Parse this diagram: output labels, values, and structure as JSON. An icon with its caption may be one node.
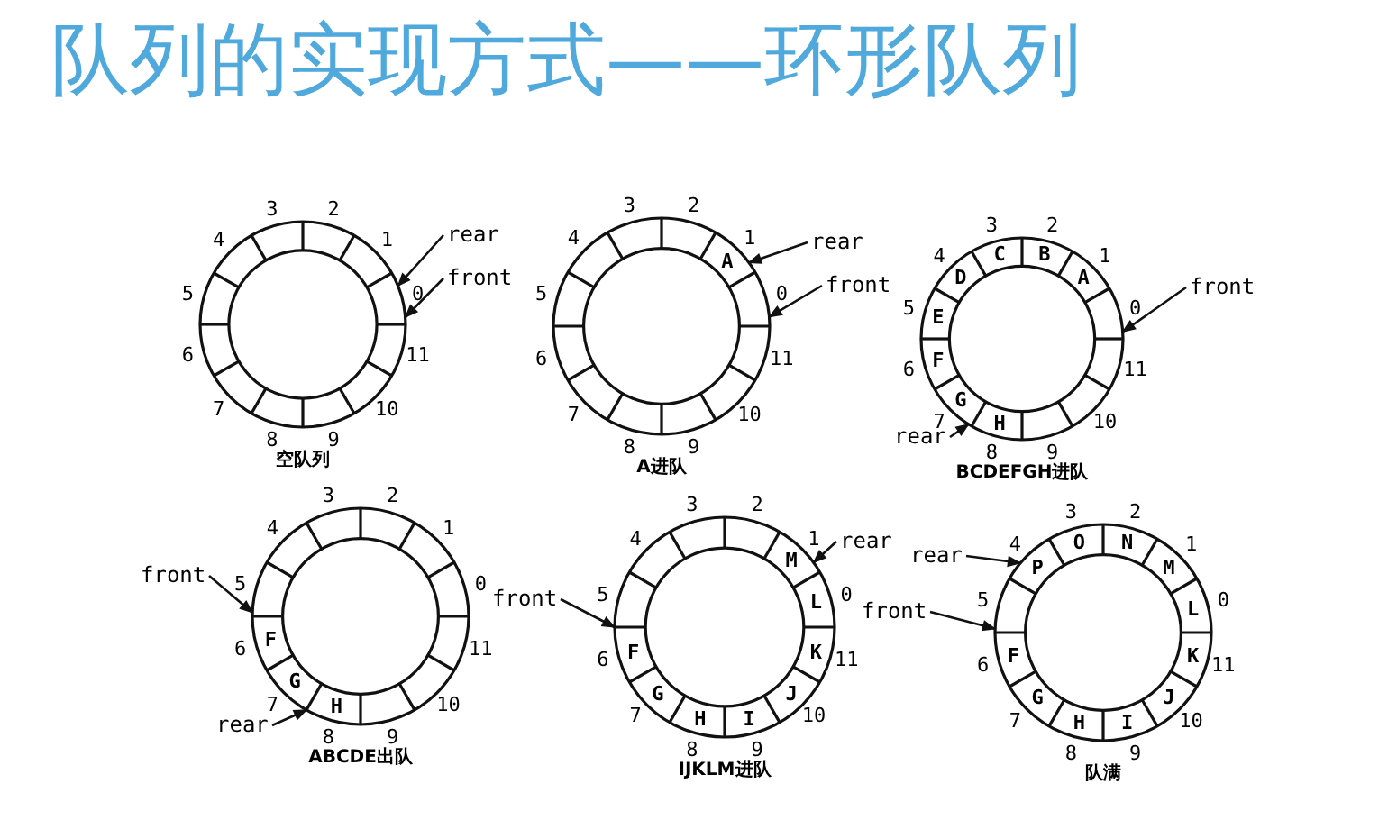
{
  "diagram": {
    "title": "队列的实现方式——环形队列",
    "nodes": [
      {
        "text": [],
        "shape": "circle",
        "beside": [
          "0",
          "1",
          "2",
          "3",
          "4",
          "5",
          "6",
          "7",
          "8",
          "9",
          "10",
          "11",
          "空队列"
        ]
      },
      {
        "text": [
          "rear"
        ]
      },
      {
        "text": [
          "front"
        ]
      },
      {
        "text": [
          "A"
        ],
        "beside": [
          "0",
          "1",
          "2",
          "3",
          "4",
          "5",
          "6",
          "7",
          "8",
          "9",
          "10",
          "11",
          "A进队"
        ]
      },
      {
        "text": [
          "rear"
        ]
      },
      {
        "text": [
          "front"
        ]
      },
      {
        "text": [
          "A",
          "B",
          "C",
          "D",
          "E",
          "F",
          "G",
          "H"
        ],
        "beside": [
          "0",
          "1",
          "2",
          "3",
          "4",
          "5",
          "6",
          "7",
          "8",
          "9",
          "10",
          "11",
          "BCDEFGH进队"
        ]
      },
      {
        "text": [
          "front"
        ]
      },
      {
        "text": [
          "rear"
        ]
      },
      {
        "text": [
          "F",
          "G",
          "H"
        ],
        "beside": [
          "0",
          "1",
          "2",
          "3",
          "4",
          "5",
          "6",
          "7",
          "8",
          "9",
          "10",
          "11",
          "ABCDE出队"
        ]
      },
      {
        "text": [
          "front"
        ]
      },
      {
        "text": [
          "rear"
        ]
      },
      {
        "text": [
          "F",
          "G",
          "H",
          "I",
          "J",
          "K",
          "L",
          "M"
        ],
        "beside": [
          "0",
          "1",
          "2",
          "3",
          "4",
          "5",
          "6",
          "7",
          "8",
          "9",
          "10",
          "11",
          "IJKLM进队"
        ]
      },
      {
        "text": [
          "rear"
        ]
      },
      {
        "text": [
          "front"
        ]
      },
      {
        "text": [
          "F",
          "G",
          "H",
          "I",
          "J",
          "K",
          "L",
          "M",
          "N",
          "O",
          "P"
        ],
        "beside": [
          "0",
          "1",
          "2",
          "3",
          "4",
          "5",
          "6",
          "7",
          "8",
          "9",
          "10",
          "11",
          "队满"
        ]
      },
      {
        "text": [
          "rear"
        ]
      },
      {
        "text": [
          "front"
        ]
      }
    ],
    "edges": [
      {
        "from": 1,
        "to": 0,
        "arrow": "to"
      },
      {
        "from": 2,
        "to": 0,
        "arrow": "to"
      },
      {
        "from": 4,
        "to": 3,
        "arrow": "to"
      },
      {
        "from": 5,
        "to": 3,
        "arrow": "to"
      },
      {
        "from": 7,
        "to": 6,
        "arrow": "to"
      },
      {
        "from": 8,
        "to": 6,
        "arrow": "to"
      },
      {
        "from": 10,
        "to": 9,
        "arrow": "to"
      },
      {
        "from": 11,
        "to": 9,
        "arrow": "to"
      },
      {
        "from": 13,
        "to": 12,
        "arrow": "to"
      },
      {
        "from": 14,
        "to": 12,
        "arrow": "to"
      },
      {
        "from": 16,
        "to": 15,
        "arrow": "to"
      },
      {
        "from": 17,
        "to": 15,
        "arrow": "to"
      }
    ]
  }
}
